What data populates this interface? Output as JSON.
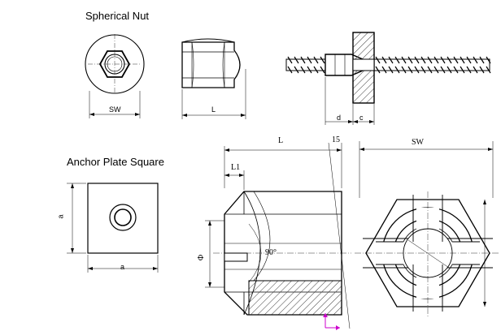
{
  "titles": {
    "spherical_nut": "Spherical Nut",
    "anchor_plate": "Anchor Plate Square"
  },
  "dims": {
    "sw_front": "SW",
    "l_side": "L",
    "d_assembly": "d",
    "c_assembly": "c",
    "a_vertical": "a",
    "a_horizontal": "a",
    "l_section": "L",
    "l1_section": "L1",
    "angle_15": "15",
    "sw_end": "SW",
    "angle_90": "90°",
    "phi": "Φ"
  },
  "colors": {
    "line": "#000000",
    "hatch": "#555555",
    "cursor": "#cc00cc"
  }
}
